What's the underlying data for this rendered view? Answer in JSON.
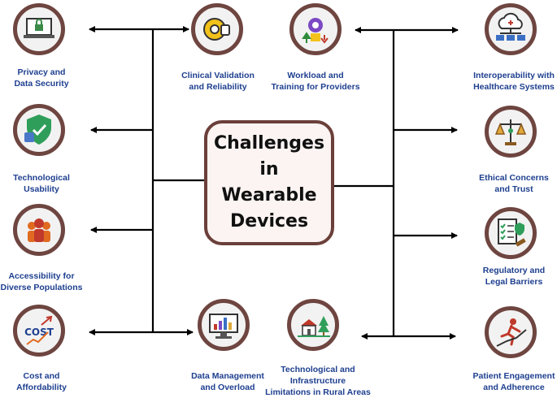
{
  "center": {
    "title": "Challenges\nin\nWearable\nDevices"
  },
  "nodes": [
    {
      "id": "privacy",
      "label": "Privacy and\nData Security",
      "icon": "laptop-lock-icon"
    },
    {
      "id": "clinical",
      "label": "Clinical Validation\nand Reliability",
      "icon": "gear-thumbs-up-icon"
    },
    {
      "id": "workload",
      "label": "Workload and\nTraining for Providers",
      "icon": "worker-arrows-icon"
    },
    {
      "id": "interop",
      "label": "Interoperability with\nHealthcare Systems",
      "icon": "cloud-network-icon"
    },
    {
      "id": "usability",
      "label": "Technological\nUsability",
      "icon": "shield-thumbs-up-icon"
    },
    {
      "id": "ethical",
      "label": "Ethical Concerns\nand Trust",
      "icon": "balance-scale-icon"
    },
    {
      "id": "accessibility",
      "label": "Accessibility for\nDiverse Populations",
      "icon": "people-group-icon"
    },
    {
      "id": "regulatory",
      "label": "Regulatory and\nLegal Barriers",
      "icon": "checklist-gavel-icon"
    },
    {
      "id": "cost",
      "label": "Cost and\nAffordability",
      "icon": "cost-chart-icon"
    },
    {
      "id": "data",
      "label": "Data Management\nand Overload",
      "icon": "monitor-chart-icon"
    },
    {
      "id": "infrastructure",
      "label": "Technological and\nInfrastructure\nLimitations in Rural Areas",
      "icon": "rural-house-icon"
    },
    {
      "id": "engagement",
      "label": "Patient Engagement\nand Adherence",
      "icon": "runner-icon"
    }
  ],
  "colors": {
    "line": "#000000",
    "circle_border": "#6e4540",
    "label": "#1e3f8f",
    "center_border": "#6b3f3a"
  }
}
